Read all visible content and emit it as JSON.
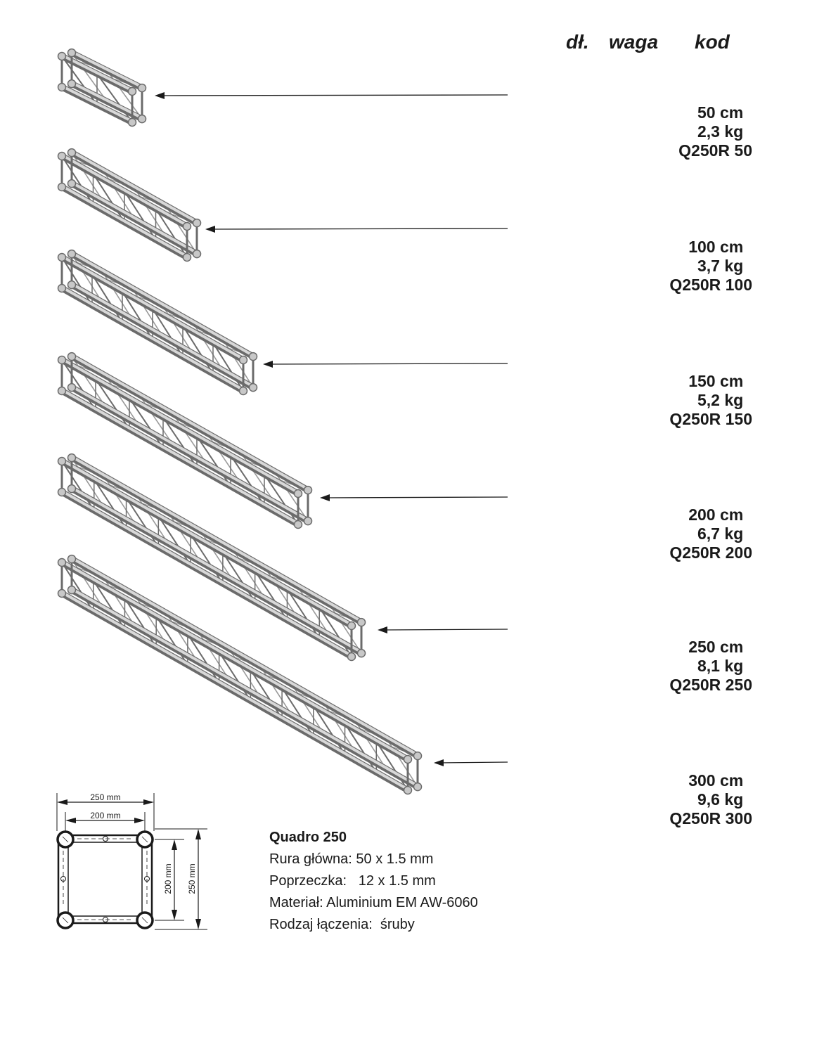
{
  "header": {
    "length": "dł.",
    "weight": "waga",
    "code": "kod"
  },
  "rows": [
    {
      "length": "50 cm",
      "weight": "2,3 kg",
      "code": "Q250R 50"
    },
    {
      "length": "100 cm",
      "weight": "3,7 kg",
      "code": "Q250R 100"
    },
    {
      "length": "150 cm",
      "weight": "5,2 kg",
      "code": "Q250R 150"
    },
    {
      "length": "200 cm",
      "weight": "6,7 kg",
      "code": "Q250R 200"
    },
    {
      "length": "250 cm",
      "weight": "8,1 kg",
      "code": "Q250R 250"
    },
    {
      "length": "300 cm",
      "weight": "9,6 kg",
      "code": "Q250R 300"
    }
  ],
  "cross_section": {
    "outer": "250 mm",
    "inner": "200 mm"
  },
  "specs": {
    "title": "Quadro 250",
    "main_tube": "Rura główna: 50 x 1.5 mm",
    "brace": "Poprzeczka:   12 x 1.5 mm",
    "material": "Materiał: Aluminium EM AW-6060",
    "connection": "Rodzaj łączenia:  śruby"
  },
  "colors": {
    "truss": "#9a9a9a",
    "truss_dark": "#6b6b6b",
    "line": "#1a1a1a"
  }
}
